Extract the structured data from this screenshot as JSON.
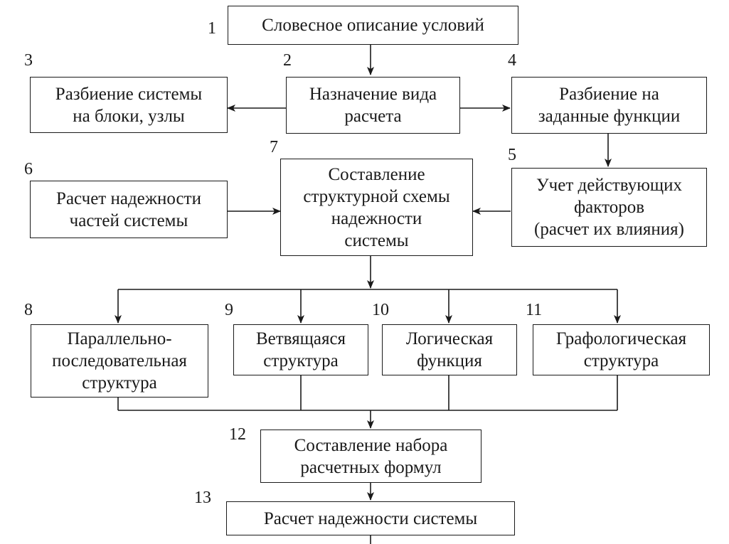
{
  "boxes": {
    "b1": {
      "number": "1",
      "label": "Словесное описание условий"
    },
    "b2": {
      "number": "2",
      "label": "Назначение вида\nрасчета"
    },
    "b3": {
      "number": "3",
      "label": "Разбиение системы\nна блоки, узлы"
    },
    "b4": {
      "number": "4",
      "label": "Разбиение на\nзаданные функции"
    },
    "b5": {
      "number": "5",
      "label": "Учет действующих\nфакторов\n(расчет их влияния)"
    },
    "b6": {
      "number": "6",
      "label": "Расчет надежности\nчастей системы"
    },
    "b7": {
      "number": "7",
      "label": "Составление\nструктурной схемы\nнадежности\nсистемы"
    },
    "b8": {
      "number": "8",
      "label": "Параллельно-\nпоследовательная\nструктура"
    },
    "b9": {
      "number": "9",
      "label": "Ветвящаяся\nструктура"
    },
    "b10": {
      "number": "10",
      "label": "Логическая\nфункция"
    },
    "b11": {
      "number": "11",
      "label": "Графологическая\nструктура"
    },
    "b12": {
      "number": "12",
      "label": "Составление набора\nрасчетных формул"
    },
    "b13": {
      "number": "13",
      "label": "Расчет надежности системы"
    }
  },
  "colors": {
    "stroke": "#1a1a1a",
    "background": "#ffffff"
  }
}
